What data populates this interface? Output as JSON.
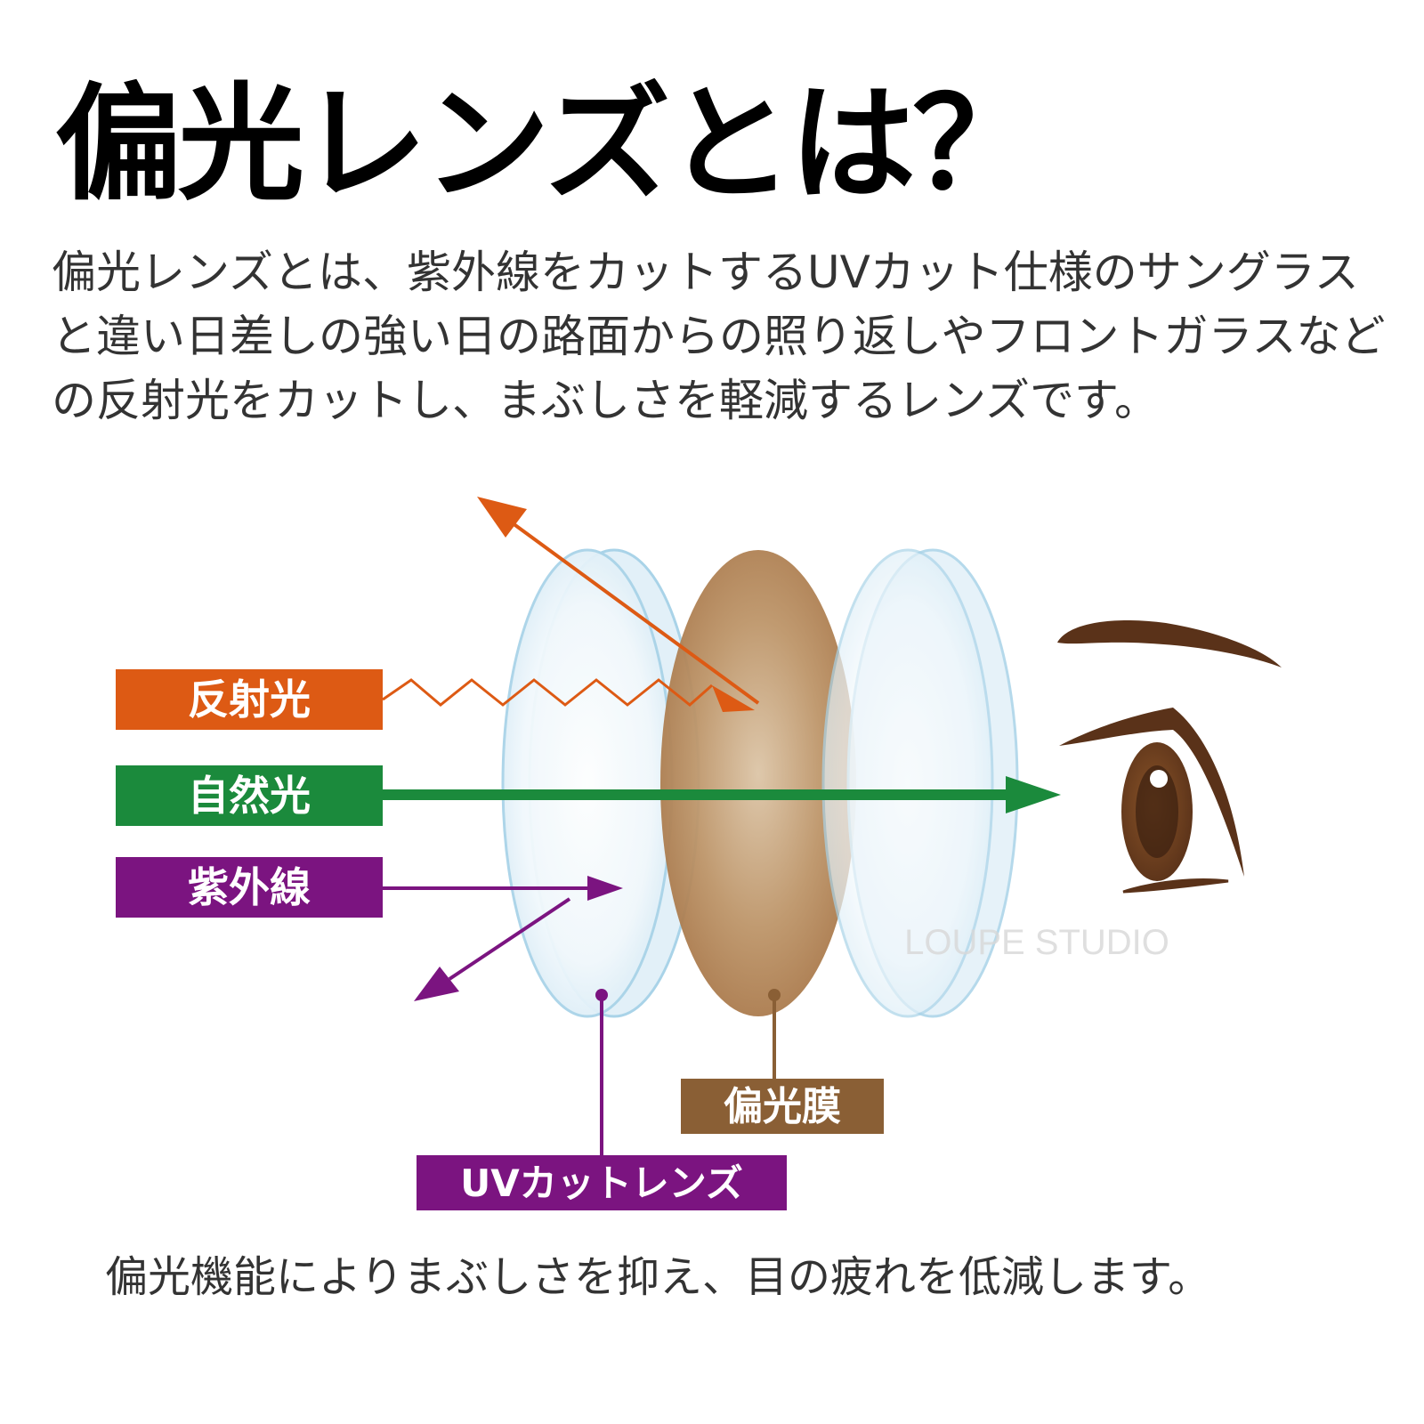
{
  "title": "偏光レンズとは？",
  "intro": [
    "偏光レンズとは、紫外線をカットするUVカット仕様のサングラス",
    "と違い日差しの強い日の路面からの照り返しやフロントガラスなど",
    "の反射光をカットし、まぶしさを軽減するレンズです。"
  ],
  "diagram": {
    "labels": {
      "reflected": "反射光",
      "natural": "自然光",
      "uv": "紫外線",
      "polarizing_film": "偏光膜",
      "uv_cut_lens": "UVカットレンズ"
    },
    "watermark": "LOUPE STUDIO",
    "colors": {
      "reflected": "#dd5a14",
      "natural": "#1b8a3c",
      "uv": "#7b1480",
      "film": "#8a5f35",
      "lens_edge": "#a9d3e8",
      "eye_brown": "#5a3219"
    }
  },
  "caption": "偏光機能によりまぶしさを抑え、目の疲れを低減します。"
}
